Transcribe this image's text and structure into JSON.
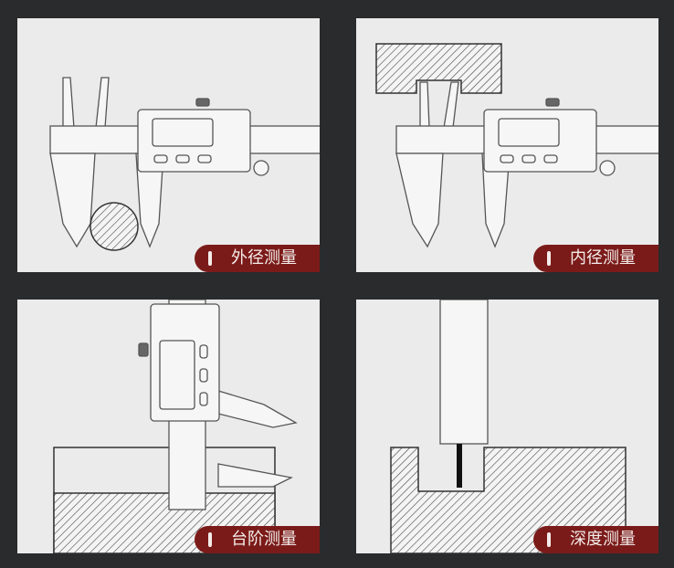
{
  "panels": [
    {
      "label": "外径测量"
    },
    {
      "label": "内径测量"
    },
    {
      "label": "台阶测量"
    },
    {
      "label": "深度测量"
    }
  ],
  "colors": {
    "background": "#2a2b2d",
    "panel": "#ebebeb",
    "badge": "#7b1b19"
  }
}
